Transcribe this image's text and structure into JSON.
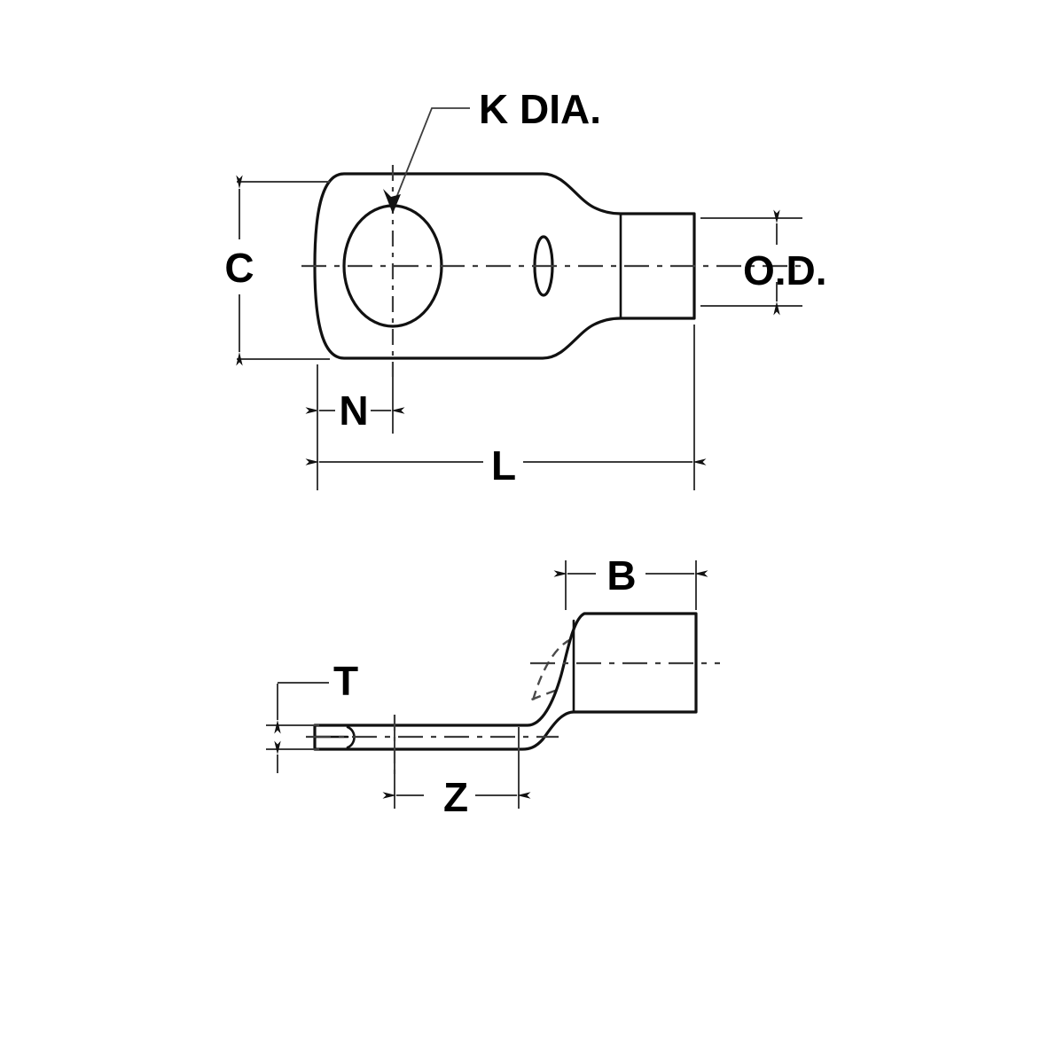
{
  "drawing": {
    "title": "Compression Lug Dimensional Drawing",
    "background_color": "#ffffff",
    "line_color": "#111111",
    "hidden_line_color": "#4a4a4a",
    "center_line_color": "#3d3d3d",
    "views": [
      {
        "name": "top-view",
        "description": "Plan view of one-hole compression lug showing tongue, bolt hole, transition and barrel"
      },
      {
        "name": "side-view",
        "description": "Side elevation of offset lug showing flat tongue, bend and barrel"
      }
    ],
    "labels": {
      "k_dia": "K DIA.",
      "c": "C",
      "n": "N",
      "l": "L",
      "od": "O.D.",
      "b": "B",
      "t": "T",
      "z": "Z"
    },
    "annotations": [
      {
        "id": "k-dia",
        "text": "K DIA.",
        "meaning": "bolt hole diameter",
        "view": "top-view",
        "type": "leader"
      },
      {
        "id": "c",
        "text": "C",
        "meaning": "tongue width",
        "view": "top-view",
        "type": "vertical-dimension"
      },
      {
        "id": "n",
        "text": "N",
        "meaning": "hole center to tongue end",
        "view": "top-view",
        "type": "horizontal-dimension"
      },
      {
        "id": "l",
        "text": "L",
        "meaning": "overall length",
        "view": "top-view",
        "type": "horizontal-dimension"
      },
      {
        "id": "od",
        "text": "O.D.",
        "meaning": "barrel outside diameter",
        "view": "top-view",
        "type": "vertical-dimension"
      },
      {
        "id": "b",
        "text": "B",
        "meaning": "barrel length",
        "view": "side-view",
        "type": "horizontal-dimension"
      },
      {
        "id": "t",
        "text": "T",
        "meaning": "tongue thickness",
        "view": "side-view",
        "type": "vertical-dimension"
      },
      {
        "id": "z",
        "text": "Z",
        "meaning": "tongue flat length to bend",
        "view": "side-view",
        "type": "horizontal-dimension"
      }
    ],
    "features": [
      {
        "name": "bolt-hole",
        "shape": "ellipse",
        "view": "top-view"
      },
      {
        "name": "inspection-hole",
        "shape": "ellipse",
        "view": "top-view"
      },
      {
        "name": "barrel-bore",
        "shape": "hidden-rectangle",
        "view": "top-view"
      },
      {
        "name": "tongue-nose",
        "shape": "rounded-end",
        "view": "top-view"
      },
      {
        "name": "bend-transition",
        "shape": "offset-bend",
        "view": "side-view"
      }
    ]
  }
}
